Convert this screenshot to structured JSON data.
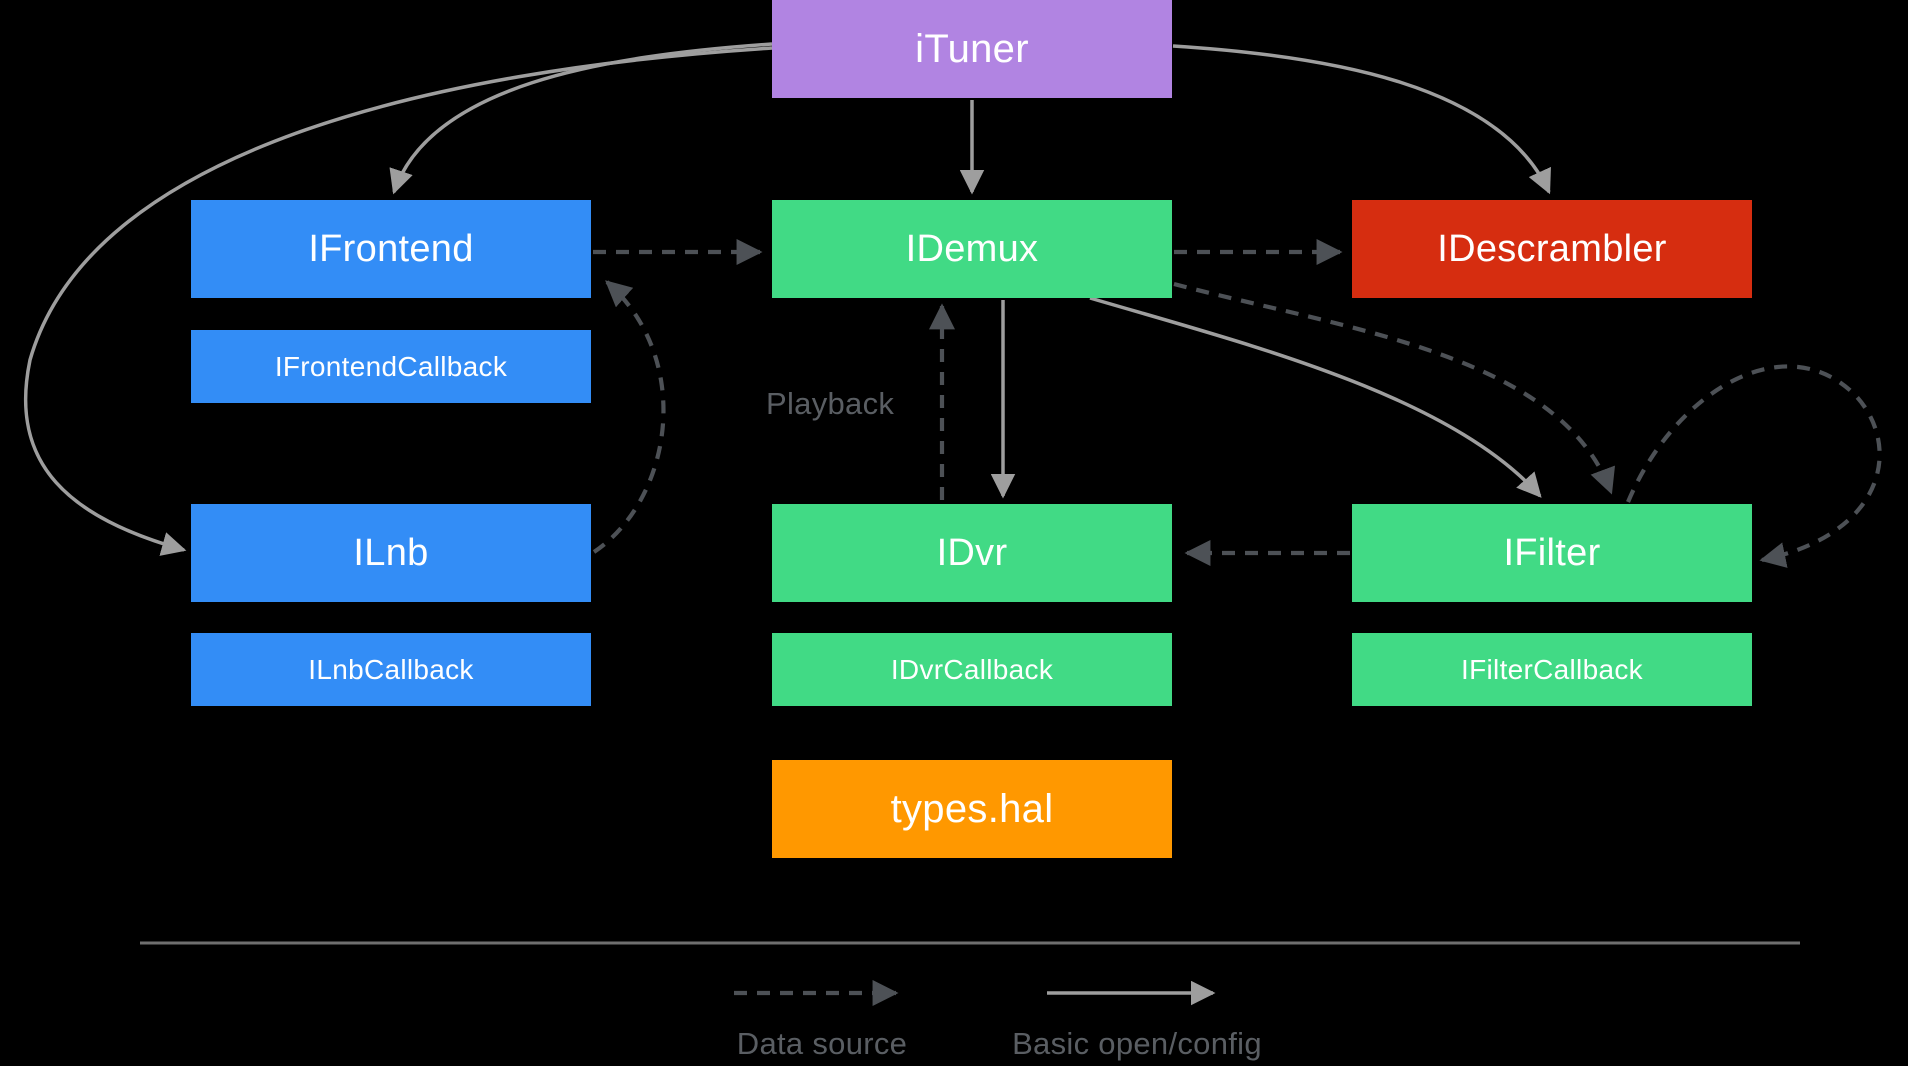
{
  "diagram": {
    "nodes": {
      "ituner": {
        "label": "iTuner"
      },
      "ifrontend": {
        "label": "IFrontend"
      },
      "idemux": {
        "label": "IDemux"
      },
      "idescrambler": {
        "label": "IDescrambler"
      },
      "ifrontend_callback": {
        "label": "IFrontendCallback"
      },
      "ilnb": {
        "label": "ILnb"
      },
      "idvr": {
        "label": "IDvr"
      },
      "ifilter": {
        "label": "IFilter"
      },
      "ilnb_callback": {
        "label": "ILnbCallback"
      },
      "idvr_callback": {
        "label": "IDvrCallback"
      },
      "ifilter_callback": {
        "label": "IFilterCallback"
      },
      "types_hal": {
        "label": "types.hal"
      }
    },
    "edge_label": {
      "playback": "Playback"
    },
    "legend": {
      "data_source": "Data source",
      "basic_open_config": "Basic open/config"
    },
    "edges": [
      {
        "from": "iTuner",
        "to": "IFrontend",
        "type": "basic-open-config"
      },
      {
        "from": "iTuner",
        "to": "IDemux",
        "type": "basic-open-config"
      },
      {
        "from": "iTuner",
        "to": "IDescrambler",
        "type": "basic-open-config"
      },
      {
        "from": "iTuner",
        "to": "ILnb",
        "type": "basic-open-config"
      },
      {
        "from": "IDemux",
        "to": "IDvr",
        "type": "basic-open-config"
      },
      {
        "from": "IDemux",
        "to": "IFilter",
        "type": "basic-open-config"
      },
      {
        "from": "IFrontend",
        "to": "IDemux",
        "type": "data-source"
      },
      {
        "from": "ILnb",
        "to": "IFrontend",
        "type": "data-source"
      },
      {
        "from": "IDemux",
        "to": "IDescrambler",
        "type": "data-source"
      },
      {
        "from": "IDemux",
        "to": "IFilter",
        "type": "data-source"
      },
      {
        "from": "IDvr",
        "to": "IDemux",
        "type": "data-source",
        "label": "Playback"
      },
      {
        "from": "IFilter",
        "to": "IDvr",
        "type": "data-source"
      },
      {
        "from": "IFilter",
        "to": "IFilter",
        "type": "data-source"
      }
    ]
  },
  "colors": {
    "background": "#000000",
    "purple": "#b184e2",
    "blue": "#338df6",
    "green": "#41da85",
    "red": "#d62d10",
    "orange": "#ff9800",
    "solid-arrow": "#9e9e9e",
    "dashed-arrow": "#4d5156",
    "muted-text": "#5a5e63",
    "divider": "#6f6f6f",
    "node-text": "#ffffff"
  }
}
